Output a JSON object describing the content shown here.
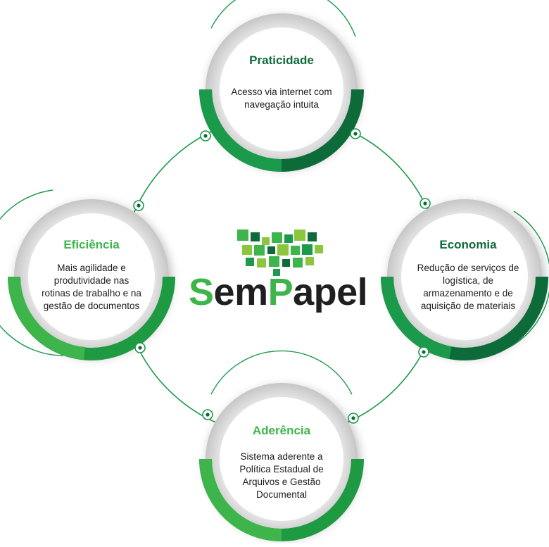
{
  "colors": {
    "dark_green": "#0d6b3a",
    "mid_green": "#1a9a4a",
    "light_green": "#3db54a",
    "lime": "#8cc63f",
    "ring_gray": "#d9d9d9",
    "text_dark": "#222222"
  },
  "logo": {
    "part1": "S",
    "part2": "em",
    "part3": "P",
    "part4": "apel"
  },
  "nodes": {
    "praticidade": {
      "title": "Praticidade",
      "lines": [
        "Acesso via internet com",
        "navegação intuita"
      ]
    },
    "economia": {
      "title": "Economia",
      "lines": [
        "Redução de serviços de",
        "logística, de",
        "armazenamento e de",
        "aquisição de materiais"
      ]
    },
    "aderencia": {
      "title": "Aderência",
      "lines": [
        "Sistema aderente a",
        "Política Estadual de",
        "Arquivos e Gestão",
        "Documental"
      ]
    },
    "eficiencia": {
      "title": "Eficiência",
      "lines": [
        "Mais agilidade e",
        "produtividade nas",
        "rotinas de trabalho e na",
        "gestão de documentos"
      ]
    }
  }
}
